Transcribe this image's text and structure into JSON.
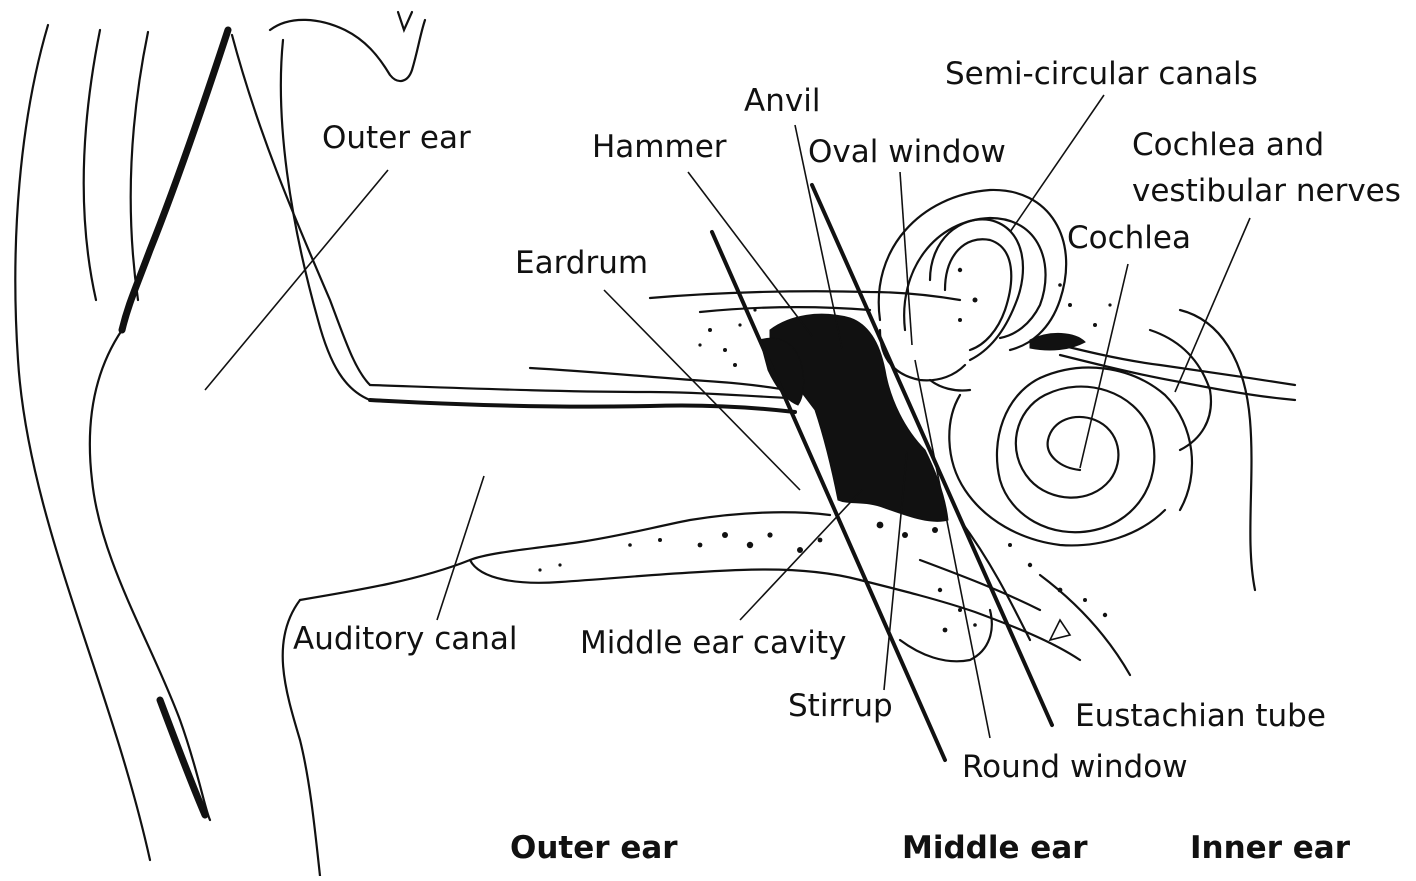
{
  "labels": {
    "outer_ear": "Outer ear",
    "hammer": "Hammer",
    "anvil": "Anvil",
    "oval_window": "Oval window",
    "semi_circular_canals": "Semi-circular canals",
    "cochlea_and_nerves_line1": "Cochlea and",
    "cochlea_and_nerves_line2": "vestibular nerves",
    "cochlea": "Cochlea",
    "eardrum": "Eardrum",
    "auditory_canal": "Auditory canal",
    "middle_ear_cavity": "Middle ear cavity",
    "stirrup": "Stirrup",
    "eustachian_tube": "Eustachian tube",
    "round_window": "Round window"
  },
  "sections": {
    "outer": "Outer ear",
    "middle": "Middle ear",
    "inner": "Inner ear"
  }
}
